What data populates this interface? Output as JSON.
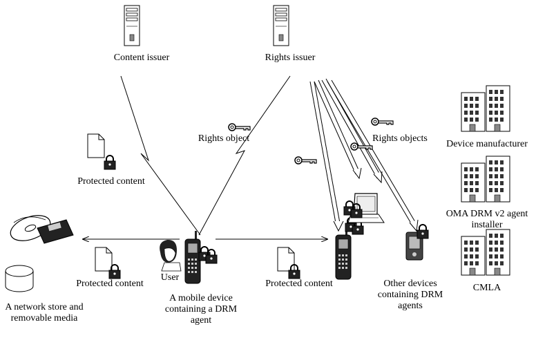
{
  "labels": {
    "content_issuer": "Content issuer",
    "rights_issuer": "Rights issuer",
    "rights_object": "Rights object",
    "rights_objects": "Rights objects",
    "protected_content_left": "Protected content",
    "protected_content_bottom_left": "Protected content",
    "protected_content_bottom_mid": "Protected content",
    "user": "User",
    "mobile_device": "A mobile device containing a DRM agent",
    "network_store": "A network store and removable media",
    "other_devices": "Other devices containing DRM agents",
    "device_manufacturer": "Device manufacturer",
    "agent_installer": "OMA DRM v2 agent installer",
    "cmla": "CMLA"
  },
  "icons": {
    "server": "server-tower-icon",
    "document": "document-icon",
    "lock": "padlock-icon",
    "key": "key-icon",
    "building": "office-building-icon",
    "phone": "mobile-phone-icon",
    "laptop": "laptop-icon",
    "pda": "pda-icon",
    "media": "cd-floppy-icon",
    "disk": "network-storage-icon",
    "user": "user-face-icon"
  },
  "colors": {
    "line": "#000000",
    "fill_dark": "#222222",
    "fill_light": "#ffffff",
    "grey": "#999999"
  }
}
